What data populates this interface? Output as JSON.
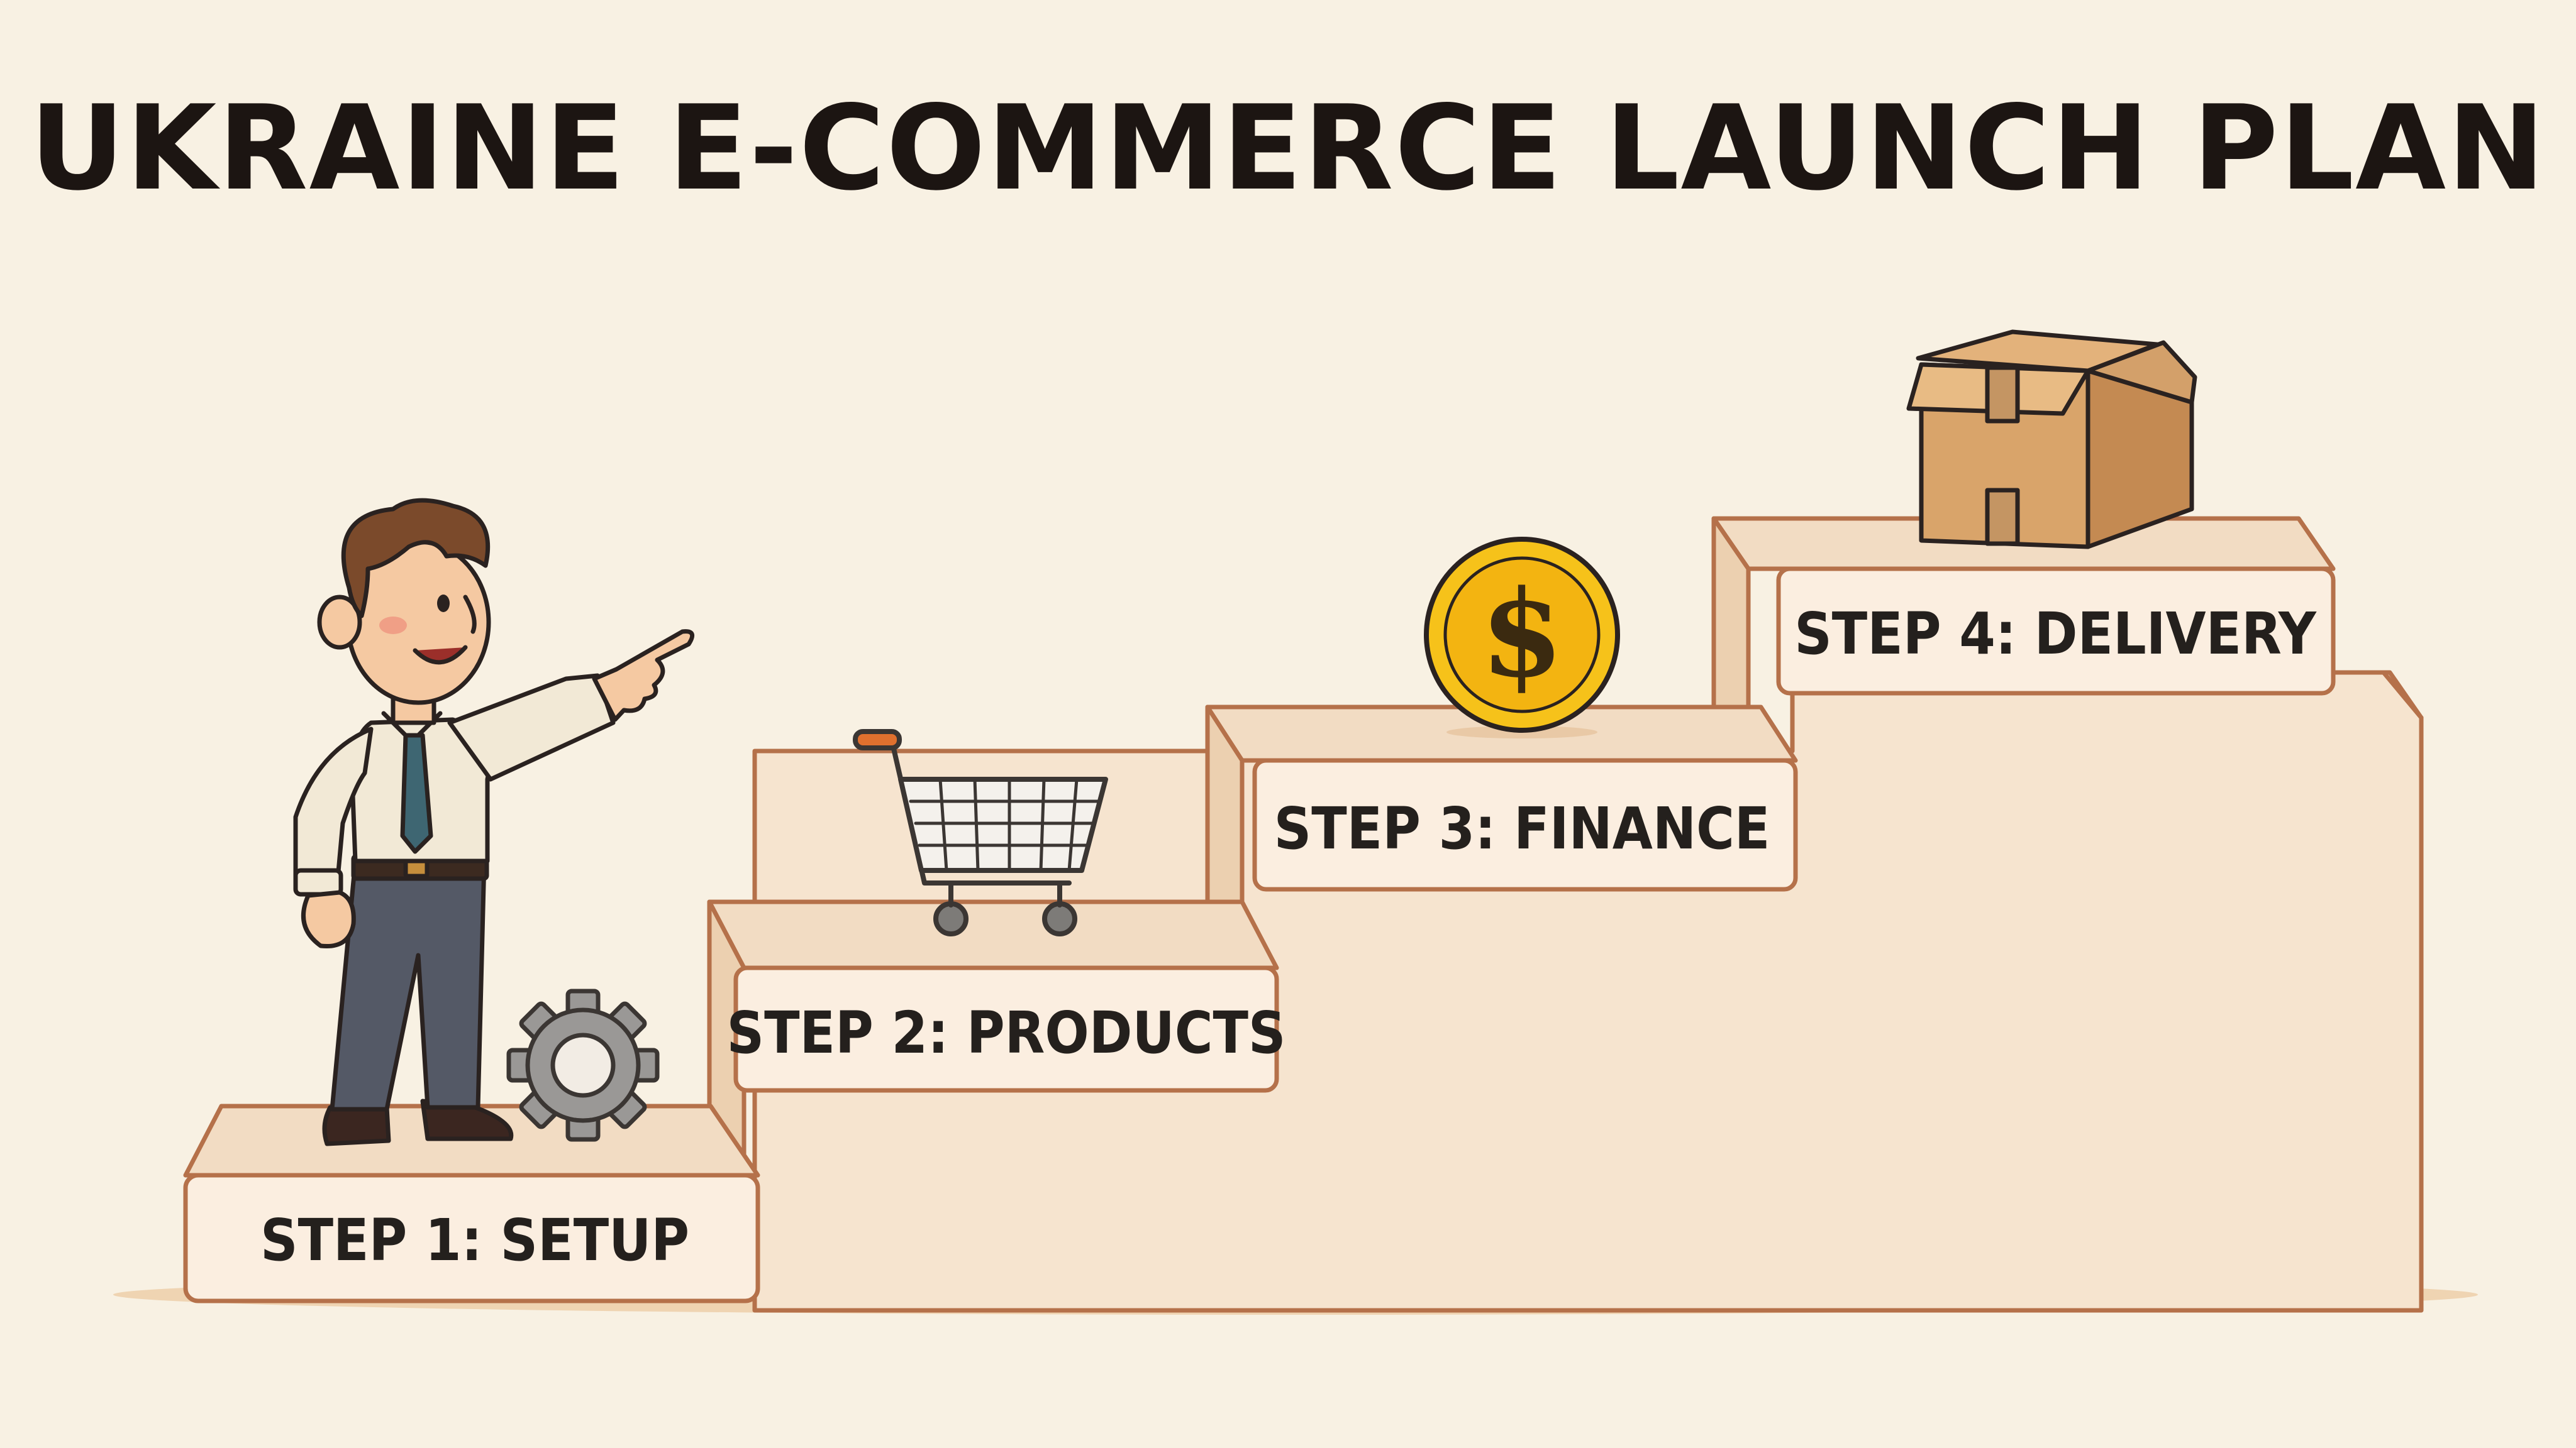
{
  "title": "UKRAINE E-COMMERCE LAUNCH PLAN",
  "steps": [
    {
      "label": "STEP 1: SETUP",
      "icon": "gear-icon"
    },
    {
      "label": "STEP 2: PRODUCTS",
      "icon": "shopping-cart-icon"
    },
    {
      "label": "STEP 3: FINANCE",
      "icon": "dollar-coin-icon"
    },
    {
      "label": "STEP 4: DELIVERY",
      "icon": "cardboard-box-icon"
    }
  ],
  "colors": {
    "background": "#f8f1e3",
    "step_face": "#f7e6d2",
    "step_top": "#f2dcc3",
    "step_outline": "#b5714a",
    "coin": "#f6c21a",
    "box": "#d9a46a",
    "title": "#1c1512"
  }
}
